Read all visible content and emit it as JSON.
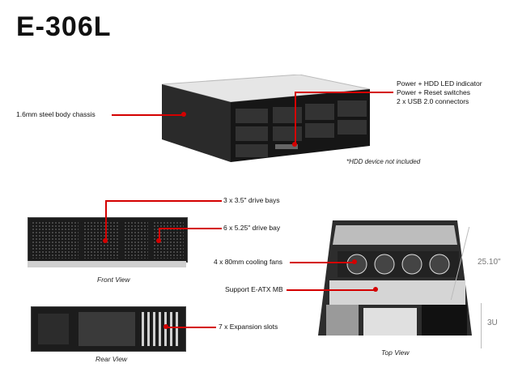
{
  "title": "E-306L",
  "callouts": {
    "front_top": [
      "Power + HDD LED indicator",
      "Power + Reset switches",
      "2 x USB 2.0 connectors"
    ],
    "chassis": "1.6mm steel body chassis",
    "hdd_note": "*HDD device not included",
    "bays35": "3 x 3.5\" drive bays",
    "bays525": "6 x 5.25\" drive bay",
    "fans": "4 x 80mm cooling fans",
    "mb": "Support E-ATX MB",
    "slots": "7 x Expansion slots"
  },
  "captions": {
    "front": "Front View",
    "rear": "Rear View",
    "top": "Top View"
  },
  "dimensions": {
    "depth": "25.10\"",
    "height": "3U"
  },
  "colors": {
    "accent": "#d40000",
    "chassis": "#1c1c1c"
  }
}
